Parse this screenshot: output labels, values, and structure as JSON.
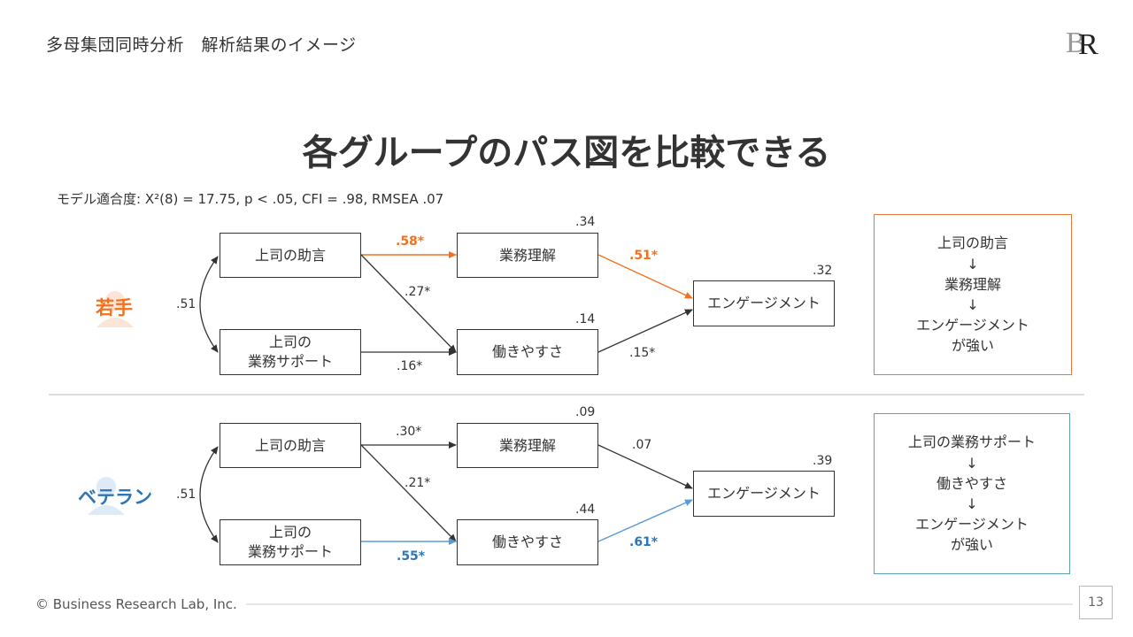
{
  "header": {
    "title": "多母集団同時分析　解析結果のイメージ",
    "logo_text": "BR"
  },
  "main_title": "各グループのパス図を比較できる",
  "fit_indices": "モデル適合度: X²(8) = 17.75, p < .05, CFI = .98, RMSEA .07",
  "groups": [
    {
      "name": "若手",
      "color": "#F27121",
      "correlation": ".51",
      "nodes": {
        "advice": "上司の助言",
        "support_line1": "上司の",
        "support_line2": "業務サポート",
        "understanding": "業務理解",
        "ease": "働きやすさ",
        "engagement": "エンゲージメント"
      },
      "r2": {
        "understanding": ".34",
        "ease": ".14",
        "engagement": ".32"
      },
      "paths": {
        "advice_understanding": ".58*",
        "advice_ease": ".27*",
        "support_ease": ".16*",
        "understanding_engagement": ".51*",
        "ease_engagement": ".15*"
      },
      "summary": [
        "上司の助言",
        "↓",
        "業務理解",
        "↓",
        "エンゲージメント",
        "が強い"
      ]
    },
    {
      "name": "ベテラン",
      "color": "#2E75B6",
      "correlation": ".51",
      "nodes": {
        "advice": "上司の助言",
        "support_line1": "上司の",
        "support_line2": "業務サポート",
        "understanding": "業務理解",
        "ease": "働きやすさ",
        "engagement": "エンゲージメント"
      },
      "r2": {
        "understanding": ".09",
        "ease": ".44",
        "engagement": ".39"
      },
      "paths": {
        "advice_understanding": ".30*",
        "advice_ease": ".21*",
        "support_ease": ".55*",
        "understanding_engagement": ".07",
        "ease_engagement": ".61*"
      },
      "summary": [
        "上司の業務サポート",
        "↓",
        "働きやすさ",
        "↓",
        "エンゲージメント",
        "が強い"
      ]
    }
  ],
  "footer": {
    "copyright": "© Business Research Lab, Inc.",
    "page_number": "13"
  },
  "colors": {
    "accent_young": "#F27121",
    "accent_veteran": "#2E75B6",
    "summary_border_young": "#E07A3A",
    "summary_border_veteran": "#5BA3B5",
    "line": "#333333"
  }
}
